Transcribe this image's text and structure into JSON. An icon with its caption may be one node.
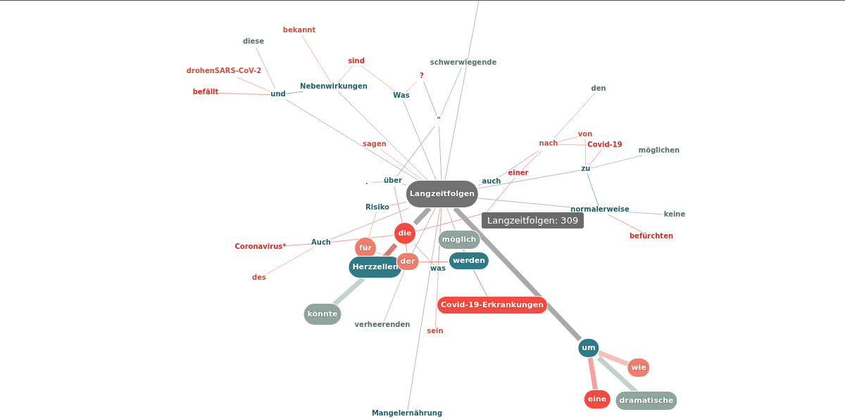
{
  "diagram": {
    "nodes": [
      {
        "text": [
          "Langzeitfolgen"
        ]
      },
      {
        "text": [
          "diese"
        ]
      },
      {
        "text": [
          "drohenSARS-CoV-2"
        ]
      },
      {
        "text": [
          "befällt"
        ]
      },
      {
        "text": [
          "und"
        ]
      },
      {
        "text": [
          "bekannt"
        ]
      },
      {
        "text": [
          "Nebenwirkungen"
        ]
      },
      {
        "text": [
          "sind"
        ]
      },
      {
        "text": [
          "Was"
        ]
      },
      {
        "text": [
          "?"
        ]
      },
      {
        "text": [
          "schwerwiegende"
        ]
      },
      {
        "text": [
          "\""
        ]
      },
      {
        "text": [
          "sagen"
        ]
      },
      {
        "text": [
          "."
        ]
      },
      {
        "text": [
          "über"
        ]
      },
      {
        "text": [
          "Risiko"
        ]
      },
      {
        "text": [
          "auch"
        ]
      },
      {
        "text": [
          "einer"
        ]
      },
      {
        "text": [
          "nach"
        ]
      },
      {
        "text": [
          "von"
        ]
      },
      {
        "text": [
          "Covid-19"
        ]
      },
      {
        "text": [
          "den"
        ]
      },
      {
        "text": [
          "zu"
        ]
      },
      {
        "text": [
          "möglichen"
        ]
      },
      {
        "text": [
          "normalerweise"
        ]
      },
      {
        "text": [
          "keine"
        ]
      },
      {
        "text": [
          "befürchten"
        ]
      },
      {
        "text": [
          "möglich"
        ]
      },
      {
        "text": [
          "Auch"
        ]
      },
      {
        "text": [
          "Coronavirus*"
        ]
      },
      {
        "text": [
          "des"
        ]
      },
      {
        "text": [
          "die"
        ]
      },
      {
        "text": [
          "für"
        ]
      },
      {
        "text": [
          "Herzzellen"
        ]
      },
      {
        "text": [
          "der"
        ]
      },
      {
        "text": [
          "werden"
        ]
      },
      {
        "text": [
          "was"
        ]
      },
      {
        "text": [
          "könnte"
        ]
      },
      {
        "text": [
          "verheerenden"
        ]
      },
      {
        "text": [
          "sein"
        ]
      },
      {
        "text": [
          "Covid-19-Erkrankungen"
        ]
      },
      {
        "text": [
          "Mangelernährung"
        ]
      },
      {
        "text": [
          "um"
        ]
      },
      {
        "text": [
          "wie"
        ]
      },
      {
        "text": [
          "eine"
        ]
      },
      {
        "text": [
          "dramatische"
        ]
      }
    ],
    "edges": [
      {
        "from": 1,
        "to": 4,
        "arrow": "none",
        "color": "#b5c7c1"
      },
      {
        "from": 2,
        "to": 4,
        "arrow": "none",
        "color": "#f7b5ac"
      },
      {
        "from": 3,
        "to": 4,
        "arrow": "none",
        "color": "#f59a93"
      },
      {
        "from": 4,
        "to": 6,
        "arrow": "none",
        "color": "#8fb5bc"
      },
      {
        "from": 4,
        "to": 0,
        "arrow": "none"
      },
      {
        "from": 5,
        "to": 6,
        "arrow": "none",
        "color": "#f7b5ac"
      },
      {
        "from": 6,
        "to": 0,
        "arrow": "none"
      },
      {
        "from": 6,
        "to": 7,
        "arrow": "none",
        "color": "#f7b5ac"
      },
      {
        "from": 7,
        "to": 8,
        "arrow": "none",
        "color": "#f7b5ac"
      },
      {
        "from": 8,
        "to": 9,
        "arrow": "none",
        "color": "#f7b5ac"
      },
      {
        "from": 9,
        "to": 11,
        "arrow": "none",
        "color": "#f59a93"
      },
      {
        "from": 8,
        "to": 0,
        "arrow": "none"
      },
      {
        "from": 10,
        "to": 11,
        "arrow": "none",
        "color": "#b5c7c1"
      },
      {
        "from": 11,
        "to": 0,
        "arrow": "none"
      },
      {
        "from": 11,
        "to": 14,
        "arrow": "none",
        "color": "#8fb5bc"
      },
      {
        "from": null,
        "to": 0,
        "arrow": "none"
      },
      {
        "from": 12,
        "to": 0,
        "arrow": "none",
        "color": "#f7b5ac"
      },
      {
        "from": 13,
        "to": 14,
        "arrow": "none",
        "color": "#f7b5ac"
      },
      {
        "from": 15,
        "to": 32,
        "arrow": "none",
        "color": "#f7b5ac"
      },
      {
        "from": 14,
        "to": 31,
        "arrow": "none",
        "color": "#f59a93"
      },
      {
        "from": 14,
        "to": 0,
        "arrow": "none"
      },
      {
        "from": 15,
        "to": 0,
        "arrow": "none"
      },
      {
        "from": 28,
        "to": 0,
        "arrow": "none"
      },
      {
        "from": 28,
        "to": 29,
        "arrow": "none",
        "color": "#f59a93"
      },
      {
        "from": 28,
        "to": 30,
        "arrow": "none",
        "color": "#f7b5ac"
      },
      {
        "from": 28,
        "to": 31,
        "arrow": "none",
        "color": "#f59a93"
      },
      {
        "from": 0,
        "to": 31,
        "arrow": "none",
        "style": "thick"
      },
      {
        "from": 31,
        "to": 33,
        "arrow": "none",
        "style": "thick",
        "color": "#d47a78"
      },
      {
        "from": 33,
        "to": 37,
        "arrow": "none",
        "style": "thick",
        "color": "#c3d2cd"
      },
      {
        "from": 31,
        "to": 34,
        "arrow": "none",
        "color": "#f59a93"
      },
      {
        "from": 31,
        "to": 36,
        "arrow": "none",
        "color": "#f59a93"
      },
      {
        "from": 32,
        "to": 34,
        "arrow": "none",
        "color": "#f7b5ac"
      },
      {
        "from": 34,
        "to": 35,
        "arrow": "none",
        "color": "#f28a85"
      },
      {
        "from": 34,
        "to": 38,
        "arrow": "none",
        "color": "#b5c7c1"
      },
      {
        "from": 34,
        "to": 0,
        "arrow": "none"
      },
      {
        "from": 35,
        "to": 27,
        "arrow": "none",
        "color": "#8a8a8a"
      },
      {
        "from": 27,
        "to": 0,
        "arrow": "none"
      },
      {
        "from": 35,
        "to": 40,
        "arrow": "none",
        "color": "#f07a74"
      },
      {
        "from": 36,
        "to": 0,
        "arrow": "none"
      },
      {
        "from": 39,
        "to": 0,
        "arrow": "none",
        "color": "#f7b5ac"
      },
      {
        "from": 41,
        "to": 0,
        "arrow": "none"
      },
      {
        "from": 0,
        "to": 42,
        "arrow": "none",
        "style": "thick"
      },
      {
        "from": 42,
        "to": 43,
        "arrow": "none",
        "style": "thick",
        "color": "#f5c0b8"
      },
      {
        "from": 42,
        "to": 44,
        "arrow": "none",
        "style": "thick",
        "color": "#f5a3a0"
      },
      {
        "from": 42,
        "to": 45,
        "arrow": "none",
        "style": "thick",
        "color": "#c3d2cd"
      },
      {
        "from": 0,
        "to": 16,
        "arrow": "none"
      },
      {
        "from": 31,
        "to": 17,
        "arrow": "none",
        "color": "#f59a93"
      },
      {
        "from": 17,
        "to": 18,
        "arrow": "none",
        "color": "#f59a93"
      },
      {
        "from": 16,
        "to": 18,
        "arrow": "none"
      },
      {
        "from": 0,
        "to": 22,
        "arrow": "none"
      },
      {
        "from": 0,
        "to": 24,
        "arrow": "none"
      },
      {
        "from": 18,
        "to": 21,
        "arrow": "none",
        "color": "#b5c7c1"
      },
      {
        "from": 18,
        "to": 19,
        "arrow": "none",
        "color": "#f7b5ac"
      },
      {
        "from": 18,
        "to": 20,
        "arrow": "none",
        "color": "#f7b5ac"
      },
      {
        "from": 19,
        "to": 22,
        "arrow": "none",
        "color": "#f7b5ac"
      },
      {
        "from": 20,
        "to": 22,
        "arrow": "none",
        "color": "#f59a93"
      },
      {
        "from": 22,
        "to": 23,
        "arrow": "none",
        "color": "#b5c7c1"
      },
      {
        "from": 22,
        "to": 24,
        "arrow": "none",
        "color": "#8fb5bc"
      },
      {
        "from": 24,
        "to": 25,
        "arrow": "none",
        "color": "#b5c7c1"
      },
      {
        "from": 24,
        "to": 26,
        "arrow": "none",
        "color": "#f59a93"
      }
    ],
    "labels": [
      "Langzeitfolgen: 309"
    ]
  }
}
